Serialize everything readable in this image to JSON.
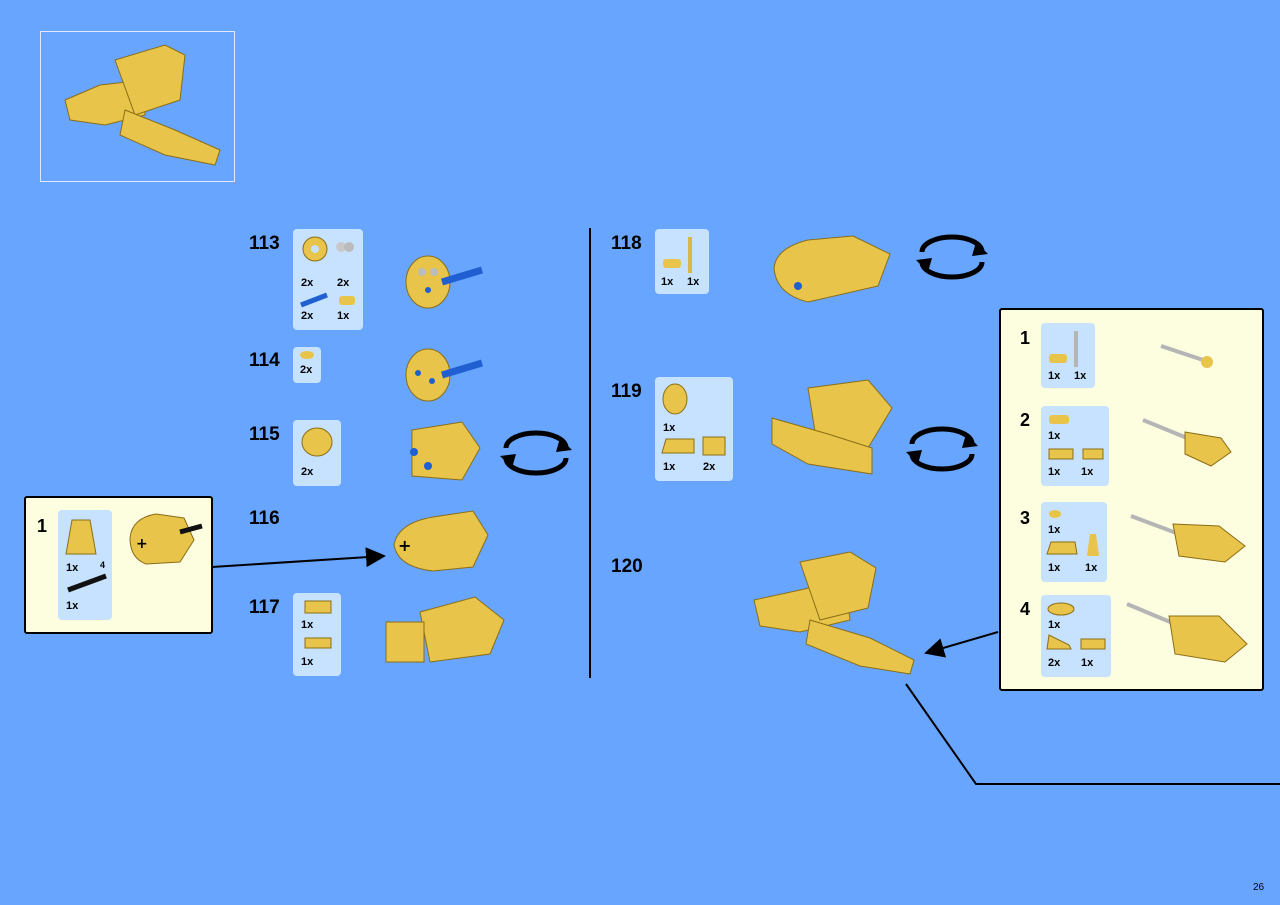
{
  "page_number": "26",
  "icons": {
    "rotate": "rotate-arrows-icon",
    "callout_arrow": "arrow-icon"
  },
  "colors": {
    "background": "#68a5ff",
    "parts_panel": "#c6e2ff",
    "sub_panel": "#fdfde0",
    "brick": "#e9c44a",
    "accent": "#1f5fd1"
  },
  "steps": [
    {
      "num": "113",
      "qty": [
        "2x",
        "2x",
        "2x",
        "1x"
      ]
    },
    {
      "num": "114",
      "qty": [
        "2x"
      ]
    },
    {
      "num": "115",
      "qty": [
        "2x"
      ]
    },
    {
      "num": "116",
      "qty": []
    },
    {
      "num": "117",
      "qty": [
        "1x",
        "1x"
      ]
    },
    {
      "num": "118",
      "qty": [
        "1x",
        "1x"
      ]
    },
    {
      "num": "119",
      "qty": [
        "1x",
        "1x",
        "2x"
      ]
    },
    {
      "num": "120",
      "qty": []
    }
  ],
  "left_sub": {
    "num": "1",
    "qty": [
      "1x",
      "1x"
    ],
    "axle_len": "4"
  },
  "right_sub": [
    {
      "num": "1",
      "qty": [
        "1x",
        "1x"
      ]
    },
    {
      "num": "2",
      "qty": [
        "1x",
        "1x",
        "1x"
      ]
    },
    {
      "num": "3",
      "qty": [
        "1x",
        "1x",
        "1x"
      ]
    },
    {
      "num": "4",
      "qty": [
        "1x",
        "2x",
        "1x"
      ]
    }
  ]
}
